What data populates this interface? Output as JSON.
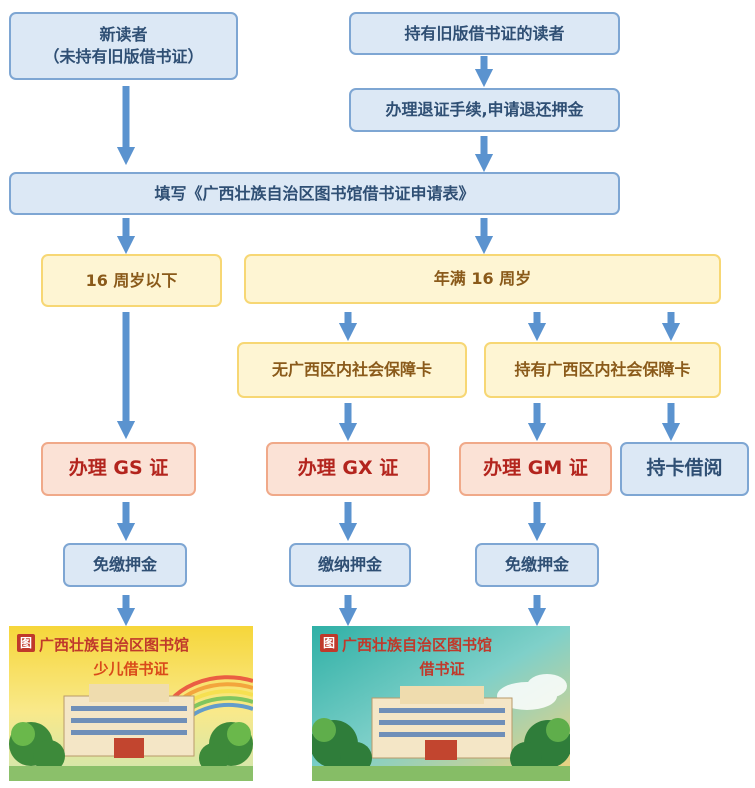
{
  "boxes": {
    "new_reader_line1": "新读者",
    "new_reader_line2": "（未持有旧版借书证）",
    "old_card_holder": "持有旧版借书证的读者",
    "return_card": "办理退证手续,申请退还押金",
    "fill_form": "填写《广西壮族自治区图书馆借书证申请表》",
    "under16": "16 周岁以下",
    "over16": "年满 16 周岁",
    "no_social_card": "无广西区内社会保障卡",
    "has_social_card": "持有广西区内社会保障卡",
    "gs_card": "办理 GS 证",
    "gx_card": "办理 GX 证",
    "gm_card": "办理 GM 证",
    "card_borrow": "持卡借阅",
    "deposit_free_1": "免缴押金",
    "deposit_pay": "缴纳押金",
    "deposit_free_2": "免缴押金"
  },
  "cards": {
    "children": {
      "library_name": "广西壮族自治区图书馆",
      "card_title": "少儿借书证",
      "seal": "图"
    },
    "standard": {
      "library_name": "广西壮族自治区图书馆",
      "card_title": "借书证",
      "seal": "图"
    }
  },
  "colors": {
    "arrow": "#5b93cf",
    "blue_fill": "#dce8f5",
    "yellow_fill": "#fef5d3",
    "red_text": "#b3241d"
  }
}
